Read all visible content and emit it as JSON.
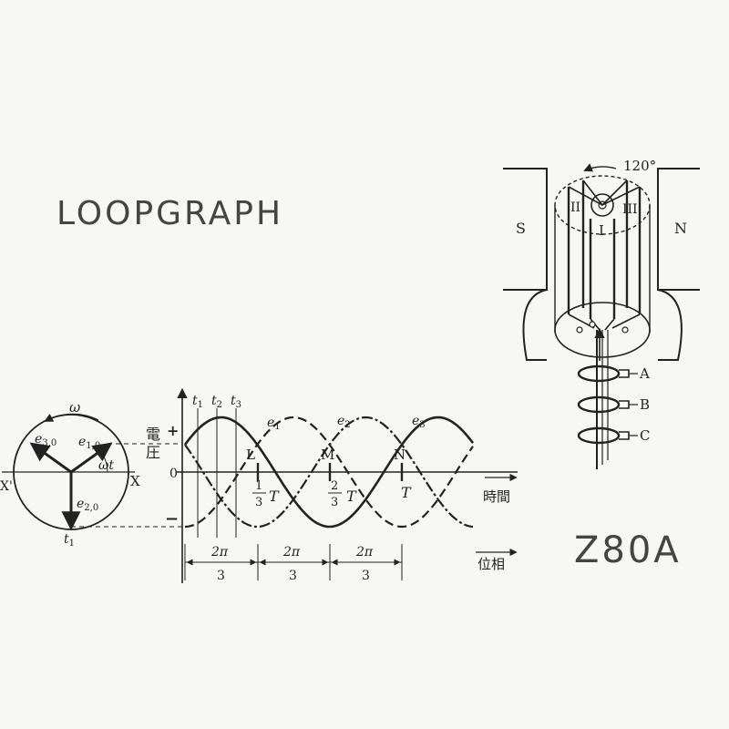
{
  "header": {
    "brand": "LOOPGRAPH",
    "code": "Z80A"
  },
  "phasor": {
    "omega": "ω",
    "omega_t": "ωt",
    "x_left": "X'",
    "x_right": "X",
    "e3": "e",
    "e3_sub": "3,0",
    "e1": "e",
    "e1_sub": "1,0",
    "e2": "e",
    "e2_sub": "2,0",
    "t1": "t",
    "t1_sub": "1"
  },
  "waveform": {
    "y_axis_label_1": "電",
    "y_axis_label_2": "圧",
    "plus": "+",
    "minus": "−",
    "zero": "0",
    "time_label": "時間",
    "phase_label": "位相",
    "curves": [
      {
        "name": "e",
        "sub": "1"
      },
      {
        "name": "e",
        "sub": "2"
      },
      {
        "name": "e",
        "sub": "3"
      }
    ],
    "time_markers": [
      {
        "name": "t",
        "sub": "1"
      },
      {
        "name": "t",
        "sub": "2"
      },
      {
        "name": "t",
        "sub": "3"
      }
    ],
    "points": [
      "L",
      "M",
      "N"
    ],
    "period_marks": [
      {
        "num": "1",
        "den": "3",
        "sym": "T"
      },
      {
        "num": "2",
        "den": "3",
        "sym": "T"
      },
      {
        "sym": "T"
      }
    ],
    "phase_intervals": [
      {
        "num": "2π",
        "den": "3"
      },
      {
        "num": "2π",
        "den": "3"
      },
      {
        "num": "2π",
        "den": "3"
      }
    ]
  },
  "generator": {
    "angle": "120°",
    "pole_s": "S",
    "pole_n": "N",
    "coil_1": "I",
    "coil_2": "II",
    "coil_3": "III",
    "ring_a": "A",
    "ring_b": "B",
    "ring_c": "C"
  }
}
